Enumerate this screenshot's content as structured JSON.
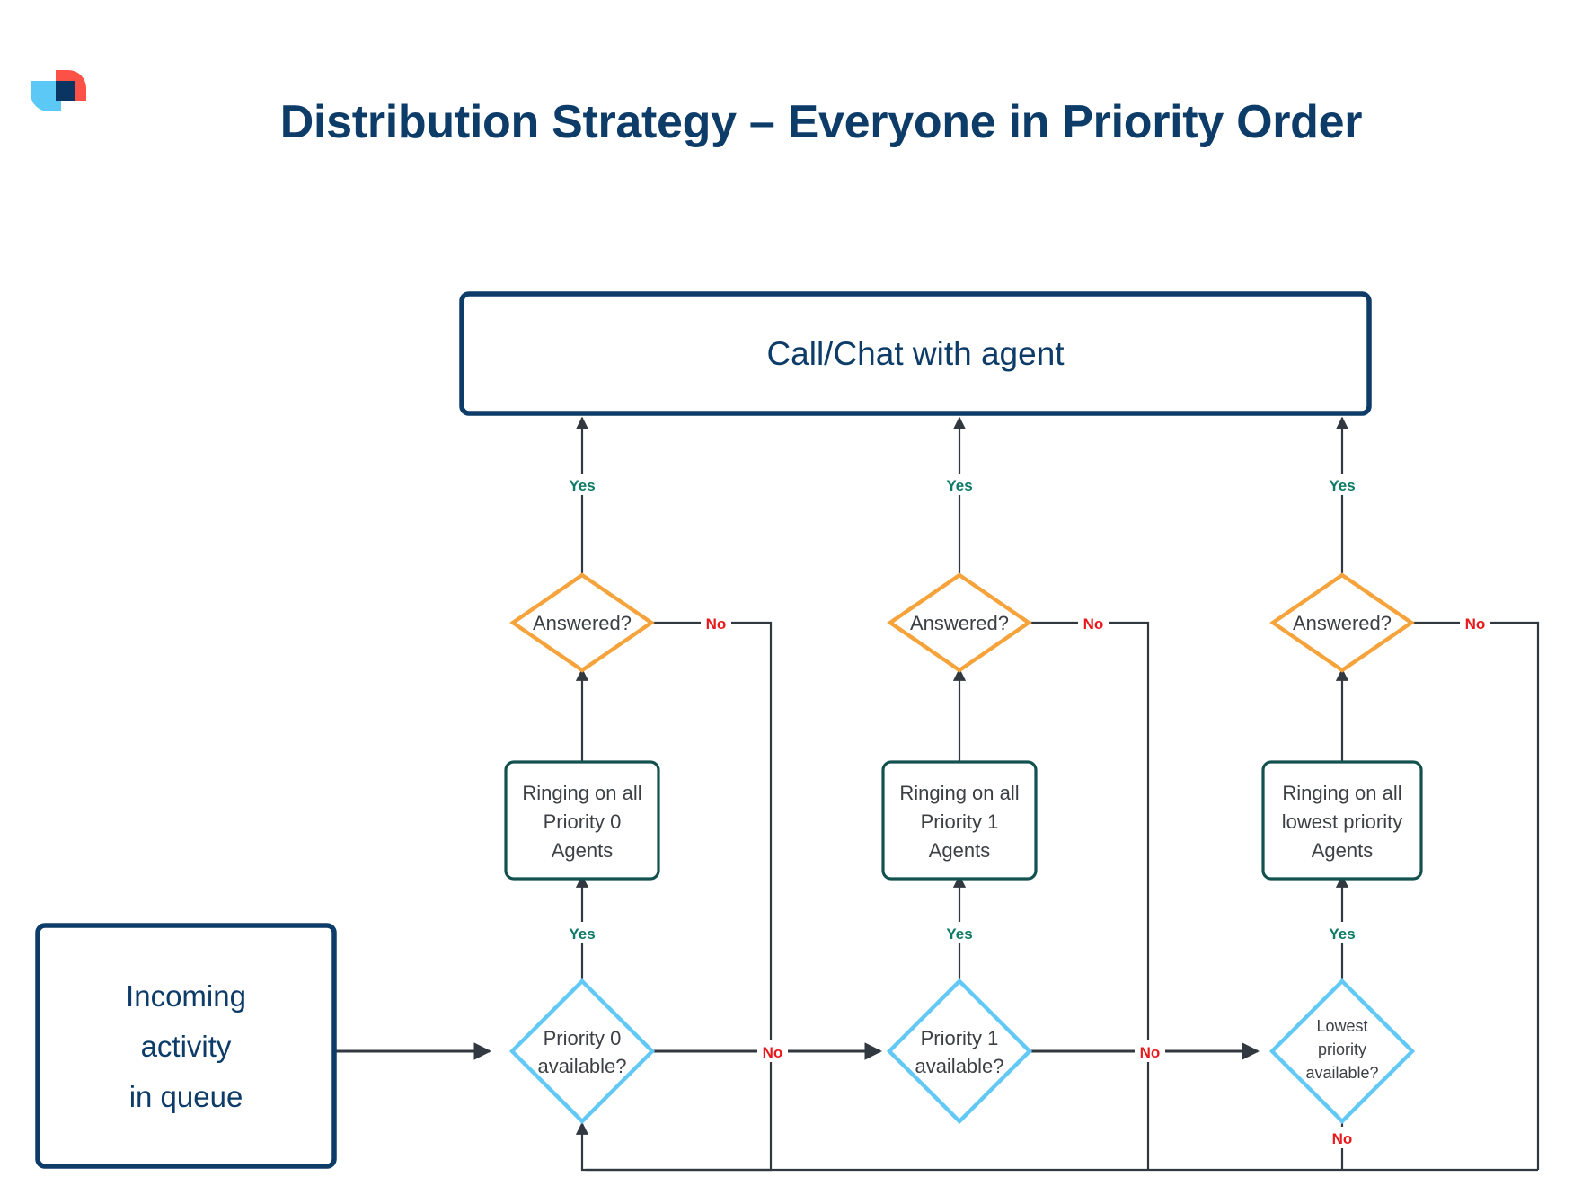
{
  "header": {
    "title": "Distribution Strategy – Everyone in Priority Order",
    "logo_name": "company-logo"
  },
  "colors": {
    "title_navy": "#0d3c69",
    "box_navy_border": "#0d3c69",
    "box_teal_border": "#13514f",
    "diamond_orange": "#f6a33c",
    "diamond_blue": "#62c8f5",
    "edge_gray": "#32383f",
    "yes_green": "#0a7a66",
    "no_red": "#e8191c",
    "logo_red": "#fb5146",
    "logo_lightblue": "#5bc8f5",
    "logo_navy": "#0a3562"
  },
  "chart_data": {
    "type": "diagram",
    "title": "Distribution Strategy – Everyone in Priority Order",
    "nodes": [
      {
        "id": "start",
        "label": "Incoming\nactivity\nin queue",
        "shape": "rect",
        "style": "navy"
      },
      {
        "id": "terminal",
        "label": "Call/Chat with agent",
        "shape": "rect",
        "style": "navy"
      },
      {
        "id": "avail0",
        "label": "Priority 0\navailable?",
        "shape": "diamond",
        "style": "blue"
      },
      {
        "id": "avail1",
        "label": "Priority 1\navailable?",
        "shape": "diamond",
        "style": "blue"
      },
      {
        "id": "availLow",
        "label": "Lowest\npriority\navailable?",
        "shape": "diamond",
        "style": "blue"
      },
      {
        "id": "ring0",
        "label": "Ringing on all\nPriority 0\nAgents",
        "shape": "rect",
        "style": "teal"
      },
      {
        "id": "ring1",
        "label": "Ringing on all\nPriority 1\nAgents",
        "shape": "rect",
        "style": "teal"
      },
      {
        "id": "ringLow",
        "label": "Ringing on all\nlowest priority\nAgents",
        "shape": "rect",
        "style": "teal"
      },
      {
        "id": "ans0",
        "label": "Answered?",
        "shape": "diamond",
        "style": "orange"
      },
      {
        "id": "ans1",
        "label": "Answered?",
        "shape": "diamond",
        "style": "orange"
      },
      {
        "id": "ansLow",
        "label": "Answered?",
        "shape": "diamond",
        "style": "orange"
      }
    ],
    "edges": [
      {
        "from": "start",
        "to": "avail0",
        "label": ""
      },
      {
        "from": "avail0",
        "to": "ring0",
        "label": "Yes"
      },
      {
        "from": "avail0",
        "to": "avail1",
        "label": "No"
      },
      {
        "from": "ring0",
        "to": "ans0",
        "label": ""
      },
      {
        "from": "ans0",
        "to": "terminal",
        "label": "Yes"
      },
      {
        "from": "ans0",
        "to": "avail0",
        "label": "No"
      },
      {
        "from": "avail1",
        "to": "ring1",
        "label": "Yes"
      },
      {
        "from": "avail1",
        "to": "availLow",
        "label": "No"
      },
      {
        "from": "ring1",
        "to": "ans1",
        "label": ""
      },
      {
        "from": "ans1",
        "to": "terminal",
        "label": "Yes"
      },
      {
        "from": "ans1",
        "to": "avail0",
        "label": "No"
      },
      {
        "from": "availLow",
        "to": "ringLow",
        "label": "Yes"
      },
      {
        "from": "availLow",
        "to": "avail0",
        "label": "No"
      },
      {
        "from": "ringLow",
        "to": "ansLow",
        "label": ""
      },
      {
        "from": "ansLow",
        "to": "terminal",
        "label": "Yes"
      },
      {
        "from": "ansLow",
        "to": "avail0",
        "label": "No"
      }
    ]
  },
  "nodes": {
    "terminal": {
      "text": "Call/Chat with agent"
    },
    "start": {
      "line1": "Incoming",
      "line2": "activity",
      "line3": "in queue"
    },
    "answered0": {
      "text": "Answered?"
    },
    "answered1": {
      "text": "Answered?"
    },
    "answeredLow": {
      "text": "Answered?"
    },
    "ring0": {
      "line1": "Ringing on all",
      "line2": "Priority 0",
      "line3": "Agents"
    },
    "ring1": {
      "line1": "Ringing on all",
      "line2": "Priority 1",
      "line3": "Agents"
    },
    "ringLow": {
      "line1": "Ringing on all",
      "line2": "lowest priority",
      "line3": "Agents"
    },
    "avail0": {
      "line1": "Priority 0",
      "line2": "available?"
    },
    "avail1": {
      "line1": "Priority 1",
      "line2": "available?"
    },
    "availLow": {
      "line1": "Lowest",
      "line2": "priority",
      "line3": "available?"
    }
  },
  "labels": {
    "yes_ans0": "Yes",
    "yes_ans1": "Yes",
    "yes_ansLow": "Yes",
    "no_ans0": "No",
    "no_ans1": "No",
    "no_ansLow": "No",
    "yes_avail0": "Yes",
    "yes_avail1": "Yes",
    "yes_availLow": "Yes",
    "no_avail0": "No",
    "no_avail1": "No",
    "no_availLow": "No"
  }
}
